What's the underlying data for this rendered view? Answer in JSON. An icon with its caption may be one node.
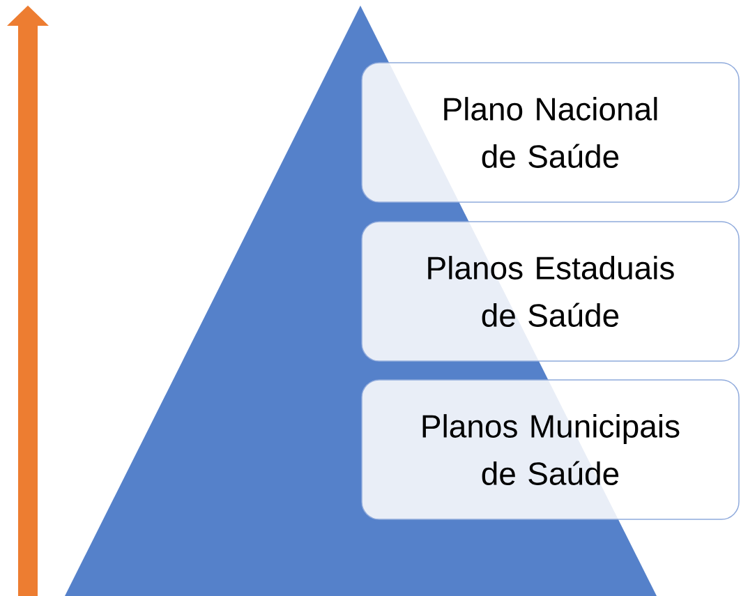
{
  "diagram": {
    "nodes": [
      {
        "text": [
          "Plano Nacional de Saúde"
        ]
      },
      {
        "text": [
          "Planos Estaduais de Saúde"
        ]
      },
      {
        "text": [
          "Planos Municipais de Saúde"
        ]
      }
    ]
  }
}
